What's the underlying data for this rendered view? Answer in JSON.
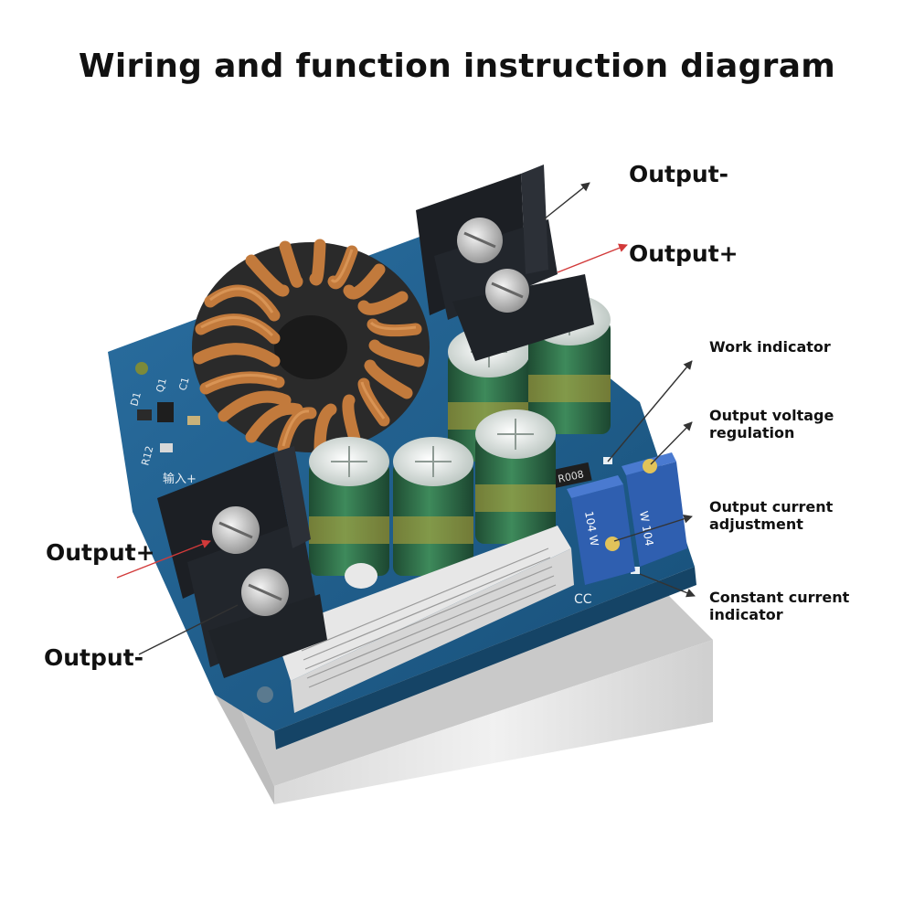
{
  "title": "Wiring and function instruction diagram",
  "labels": {
    "right_output_minus": "Output-",
    "right_output_plus": "Output+",
    "left_output_plus": "Output+",
    "left_output_minus": "Output-",
    "work_indicator": "Work indicator",
    "voltage_regulation": "Output voltage regulation",
    "current_adjustment": "Output current adjustment",
    "cc_indicator": "Constant current indicator"
  },
  "board_markings": {
    "pot_left": "104 W",
    "pot_right": "W 104",
    "resistor": "R008",
    "cc_mark": "CC",
    "silkscreen_left": "输入+",
    "d1": "D1",
    "q1": "Q1",
    "r12": "R12",
    "c1": "C1"
  },
  "colors": {
    "pcb": "#1d5e8c",
    "terminal": "#1c1f24",
    "capacitor": "#2f6b45",
    "copper": "#b8743a",
    "arrow_red": "#d23a3a",
    "arrow_dark": "#333333"
  }
}
